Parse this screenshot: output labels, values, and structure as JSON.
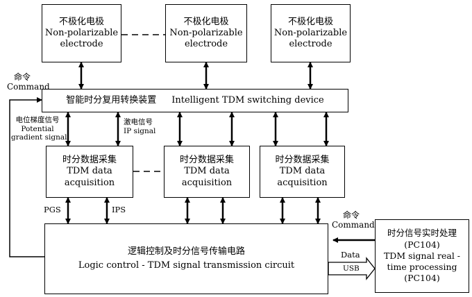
{
  "electrodes": [
    {
      "zh": "不极化电极",
      "en1": "Non-polarizable",
      "en2": "electrode"
    },
    {
      "zh": "不极化电极",
      "en1": "Non-polarizable",
      "en2": "electrode"
    },
    {
      "zh": "不极化电极",
      "en1": "Non-polarizable",
      "en2": "electrode"
    }
  ],
  "switch": {
    "zh": "智能时分复用转换装置",
    "en": "Intelligent TDM switching device"
  },
  "command_left": {
    "zh": "命令",
    "en": "Command"
  },
  "signals": {
    "potential_zh": "电位梯度信号",
    "potential_en1": "Potential",
    "potential_en2": "gradient signal",
    "ip_zh": "激电信号",
    "ip_en": "IP signal"
  },
  "acquisition": [
    {
      "zh": "时分数据采集",
      "en1": "TDM data",
      "en2": "acquisition"
    },
    {
      "zh": "时分数据采集",
      "en1": "TDM data",
      "en2": "acquisition"
    },
    {
      "zh": "时分数据采集",
      "en1": "TDM data",
      "en2": "acquisition"
    }
  ],
  "pgs": "PGS",
  "ips": "IPS",
  "logic": {
    "zh": "逻辑控制及时分信号传输电路",
    "en": "Logic control - TDM signal transmission circuit"
  },
  "command_right": {
    "zh": "命令",
    "en": "Command"
  },
  "data_label": "Data",
  "usb_label": "USB",
  "pc104": {
    "zh": "时分信号实时处理",
    "zh2": "(PC104)",
    "en1": "TDM signal real -",
    "en2": "time processing",
    "en3": "(PC104)"
  }
}
